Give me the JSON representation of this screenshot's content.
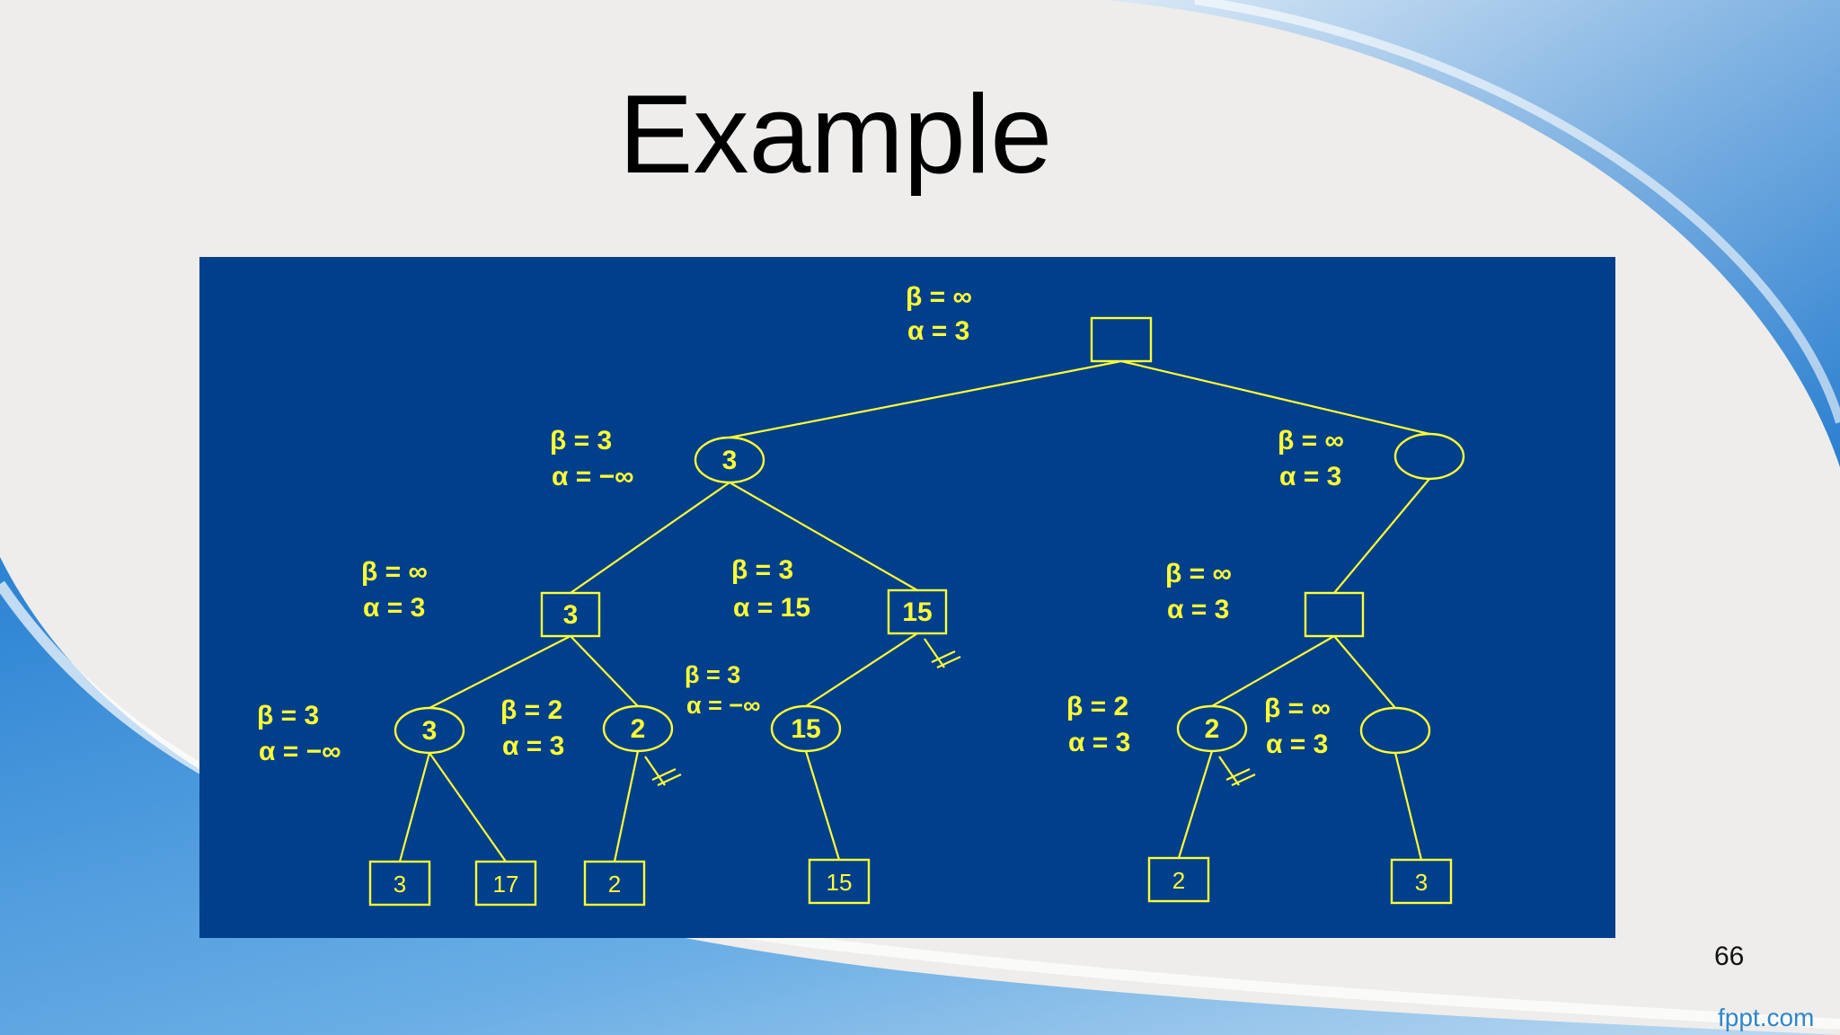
{
  "slide": {
    "title": "Example",
    "page_number": "66",
    "brand": "fppt.com"
  },
  "colors": {
    "panel": "#003f8c",
    "tree": "#ffff33",
    "title": "#000000",
    "accent_blue": "#2f86cc"
  },
  "tree": {
    "nodes": [
      {
        "id": "root",
        "shape": "square",
        "value": "",
        "beta": "β = ∞",
        "alpha": "α = 3"
      },
      {
        "id": "n_left",
        "shape": "circle",
        "value": "3",
        "beta": "β = 3",
        "alpha": "α = −∞"
      },
      {
        "id": "n_right",
        "shape": "circle",
        "value": "",
        "beta": "β = ∞",
        "alpha": "α = 3"
      },
      {
        "id": "n_ll",
        "shape": "square",
        "value": "3",
        "beta": "β = ∞",
        "alpha": "α = 3"
      },
      {
        "id": "n_lr",
        "shape": "square",
        "value": "15",
        "beta": "β = 3",
        "alpha": "α = 15"
      },
      {
        "id": "n_r1",
        "shape": "square",
        "value": "",
        "beta": "β = ∞",
        "alpha": "α = 3"
      },
      {
        "id": "c1",
        "shape": "circle",
        "value": "3",
        "beta": "β = 3",
        "alpha": "α = −∞"
      },
      {
        "id": "c2",
        "shape": "circle",
        "value": "2",
        "beta": "β = 2",
        "alpha": "α = 3"
      },
      {
        "id": "c3",
        "shape": "circle",
        "value": "15",
        "beta": "β = 3",
        "alpha": "α = −∞"
      },
      {
        "id": "c4",
        "shape": "circle",
        "value": "2",
        "beta": "β = 2",
        "alpha": "α = 3"
      },
      {
        "id": "c5",
        "shape": "circle",
        "value": "",
        "beta": "β = ∞",
        "alpha": "α = 3"
      },
      {
        "id": "l1",
        "shape": "leaf",
        "value": "3"
      },
      {
        "id": "l2",
        "shape": "leaf",
        "value": "17"
      },
      {
        "id": "l3",
        "shape": "leaf",
        "value": "2"
      },
      {
        "id": "l4",
        "shape": "leaf",
        "value": "15"
      },
      {
        "id": "l5",
        "shape": "leaf",
        "value": "2"
      },
      {
        "id": "l6",
        "shape": "leaf",
        "value": "3"
      }
    ],
    "edges": [
      [
        "root",
        "n_left"
      ],
      [
        "root",
        "n_right"
      ],
      [
        "n_left",
        "n_ll"
      ],
      [
        "n_left",
        "n_lr"
      ],
      [
        "n_right",
        "n_r1"
      ],
      [
        "n_ll",
        "c1"
      ],
      [
        "n_ll",
        "c2"
      ],
      [
        "n_lr",
        "c3"
      ],
      [
        "n_r1",
        "c4"
      ],
      [
        "n_r1",
        "c5"
      ],
      [
        "c1",
        "l1"
      ],
      [
        "c1",
        "l2"
      ],
      [
        "c2",
        "l3"
      ],
      [
        "c3",
        "l4"
      ],
      [
        "c4",
        "l5"
      ],
      [
        "c5",
        "l6"
      ]
    ],
    "pruned": [
      "n_lr",
      "c2",
      "c4"
    ]
  }
}
